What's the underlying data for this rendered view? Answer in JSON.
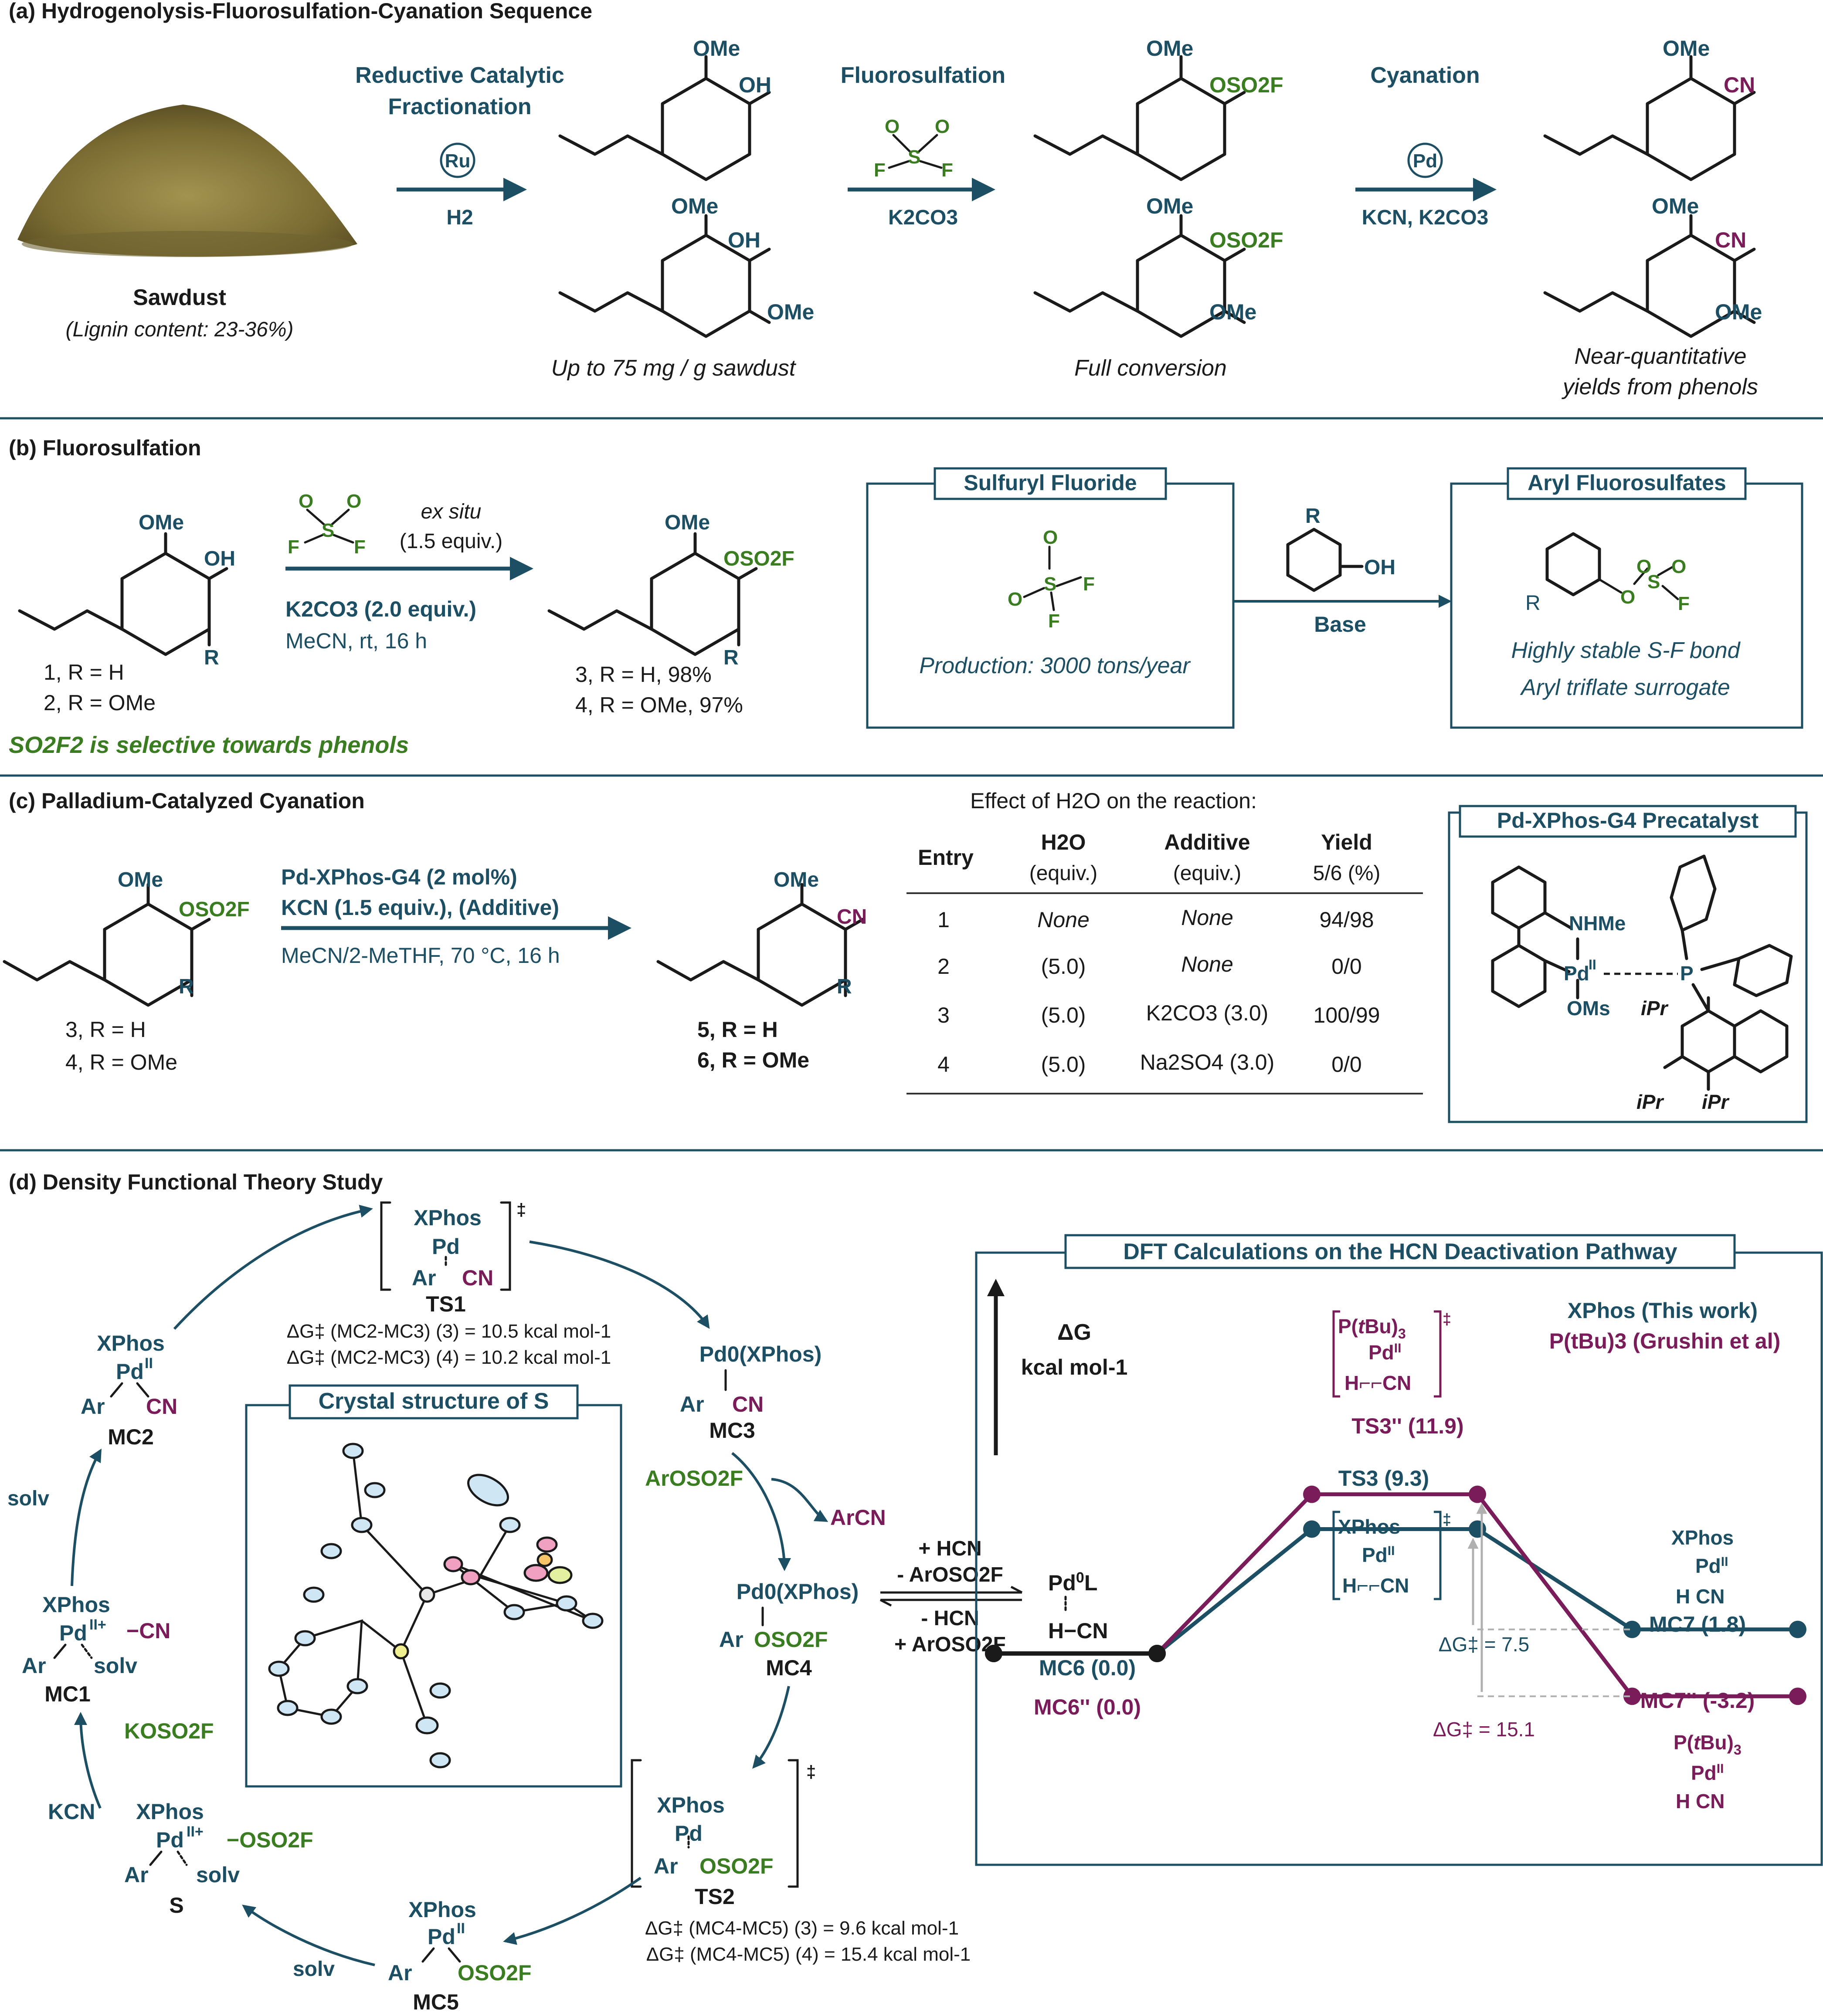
{
  "panel_a": {
    "title": "(a) Hydrogenolysis-Fluorosulfation-Cyanation Sequence",
    "sawdust_label": "Sawdust",
    "sawdust_note": "(Lignin content: 23-36%)",
    "step1_title_l1": "Reductive Catalytic",
    "step1_title_l2": "Fractionation",
    "step1_catalyst": "Ru",
    "step1_reagent": "H2",
    "step2_title": "Fluorosulfation",
    "step2_reagent": "K2CO3",
    "step3_title": "Cyanation",
    "step3_catalyst": "Pd",
    "step3_reagent": "KCN, K2CO3",
    "label_OMe": "OMe",
    "label_OH": "OH",
    "label_OSO2F": "OSO2F",
    "label_CN": "CN",
    "note_phenols": "Up to 75 mg / g sawdust",
    "note_fs": "Full conversion",
    "note_cn_l1": "Near-quantitative",
    "note_cn_l2": "yields from phenols"
  },
  "panel_b": {
    "title": "(b) Fluorosulfation",
    "reagent_exsitu": "ex situ",
    "reagent_equiv": "(1.5 equiv.)",
    "base": "K2CO3 (2.0 equiv.)",
    "conditions": "MeCN, rt, 16 h",
    "sm1": "1, R = H",
    "sm2": "2, R = OMe",
    "p3": "3, R = H, 98%",
    "p4": "4, R = OMe, 97%",
    "selectivity": "SO2F2 is selective towards phenols",
    "box1_title": "Sulfuryl Fluoride",
    "box1_note": "Production: 3000 tons/year",
    "box2_title": "Aryl Fluorosulfates",
    "box2_note1": "Highly stable S-F bond",
    "box2_note2": "Aryl triflate surrogate",
    "middle_base": "Base",
    "R": "R"
  },
  "panel_c": {
    "title": "(c) Palladium-Catalyzed Cyanation",
    "cat": "Pd-XPhos-G4 (2 mol%)",
    "kcn": "KCN (1.5 equiv.), (Additive)",
    "conditions": "MeCN/2-MeTHF, 70 °C, 16 h",
    "sm3": "3, R = H",
    "sm4": "4, R = OMe",
    "p5": "5, R = H",
    "p6": "6, R = OMe",
    "table_caption": "Effect of H2O on the reaction:",
    "headers": [
      "Entry",
      "H2O",
      "Additive",
      "Yield"
    ],
    "subheaders": [
      "",
      "(equiv.)",
      "(equiv.)",
      "5/6 (%)"
    ],
    "rows": [
      [
        "1",
        "None",
        "None",
        "94/98"
      ],
      [
        "2",
        "(5.0)",
        "None",
        "0/0"
      ],
      [
        "3",
        "(5.0)",
        "K2CO3 (3.0)",
        "100/99"
      ],
      [
        "4",
        "(5.0)",
        "Na2SO4 (3.0)",
        "0/0"
      ]
    ],
    "precat_title": "Pd-XPhos-G4 Precatalyst",
    "precat_labels": [
      "NHMe",
      "Pd",
      "II",
      "P",
      "OMs",
      "iPr",
      "iPr",
      "iPr"
    ]
  },
  "panel_d": {
    "title": "(d) Density Functional Theory Study",
    "crystal_title": "Crystal structure of S",
    "cycle": {
      "TS1": [
        "XPhos",
        "Pd",
        "Ar",
        "CN",
        "TS1"
      ],
      "TS1_dg1": "ΔG‡ (MC2-MC3) (3) = 10.5 kcal mol-1",
      "TS1_dg2": "ΔG‡ (MC2-MC3) (4) = 10.2 kcal mol-1",
      "MC2": [
        "XPhos",
        "Pd",
        "II",
        "Ar",
        "CN",
        "MC2"
      ],
      "MC3": [
        "Pd0(XPhos)",
        "Ar",
        "CN",
        "MC3"
      ],
      "MC4": [
        "Pd0(XPhos)",
        "Ar",
        "OSO2F",
        "MC4"
      ],
      "MC1": [
        "XPhos",
        "Pd",
        "II+",
        "−CN",
        "Ar",
        "solv",
        "MC1"
      ],
      "S": [
        "XPhos",
        "Pd",
        "II+",
        "−OSO2F",
        "Ar",
        "solv",
        "S"
      ],
      "MC5": [
        "XPhos",
        "Pd",
        "II",
        "Ar",
        "OSO2F",
        "MC5"
      ],
      "TS2": [
        "XPhos",
        "Pd",
        "Ar",
        "OSO2F",
        "TS2"
      ],
      "TS2_dg1": "ΔG‡ (MC4-MC5) (3) = 9.6 kcal mol-1",
      "TS2_dg2": "ΔG‡ (MC4-MC5) (4) = 15.4 kcal mol-1",
      "arosof": "ArOSO2F",
      "arcn": "ArCN",
      "kosof": "KOSO2F",
      "kcn": "KCN",
      "solv1": "solv",
      "solv2": "solv",
      "plus_hcn": "+ HCN",
      "minus_ar": "- ArOSO2F",
      "minus_hcn": "- HCN",
      "plus_ar": "+ ArOSO2F"
    },
    "energy": {
      "box_title": "DFT Calculations on the HCN Deactivation Pathway",
      "axis_label_1": "ΔG",
      "axis_label_2": "kcal mol-1",
      "legend_xphos": "XPhos (This work)",
      "legend_ptbu": "P(tBu)3 (Grushin et al)",
      "MC6": "MC6 (0.0)",
      "MC6pp": "MC6'' (0.0)",
      "TS3": "TS3 (9.3)",
      "TS3pp": "TS3'' (11.9)",
      "MC7": "MC7 (1.8)",
      "MC7pp": "MC7'' (-3.2)",
      "dg1": "ΔG‡ = 7.5",
      "dg2": "ΔG‡ = 15.1"
    }
  },
  "chart_data": {
    "type": "line",
    "xlabel": "",
    "ylabel": "ΔG kcal mol-1",
    "categories": [
      "MC6",
      "TS3",
      "MC7"
    ],
    "series": [
      {
        "name": "XPhos (This work)",
        "values": [
          0.0,
          9.3,
          1.8
        ],
        "color": "#1d4f64"
      },
      {
        "name": "P(tBu)3 (Grushin et al)",
        "values": [
          0.0,
          11.9,
          -3.2
        ],
        "color": "#7a1c5a"
      }
    ],
    "ylim": [
      -3.2,
      11.9
    ],
    "grid": false,
    "legend": "top-right"
  },
  "colors": {
    "navy": "#1d4f64",
    "green": "#3a7d20",
    "purple": "#7a1c5a",
    "sawdust": "#8a7a3a"
  }
}
